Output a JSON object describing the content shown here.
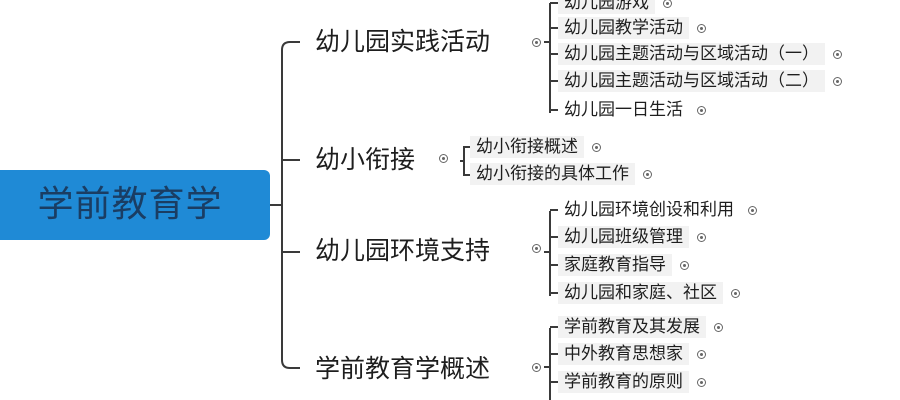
{
  "root": {
    "label": "学前教育学"
  },
  "branches": [
    {
      "label": "幼儿园实践活动",
      "children": [
        "幼儿园游戏",
        "幼儿园教学活动",
        "幼儿园主题活动与区域活动（一）",
        "幼儿园主题活动与区域活动（二）",
        "幼儿园一日生活"
      ]
    },
    {
      "label": "幼小衔接",
      "children": [
        "幼小衔接概述",
        "幼小衔接的具体工作"
      ]
    },
    {
      "label": "幼儿园环境支持",
      "children": [
        "幼儿园环境创设和利用",
        "幼儿园班级管理",
        "家庭教育指导",
        "幼儿园和家庭、社区"
      ]
    },
    {
      "label": "学前教育学概述",
      "children": [
        "学前教育及其发展",
        "中外教育思想家",
        "学前教育的原则"
      ]
    }
  ],
  "colors": {
    "root_fill": "#1f8ad6",
    "root_text": "#1a3d63",
    "line": "#3a3a3a",
    "leaf_fill": "#f2f2f2"
  },
  "icons": {
    "expand_toggle": "circle-dot-icon"
  }
}
